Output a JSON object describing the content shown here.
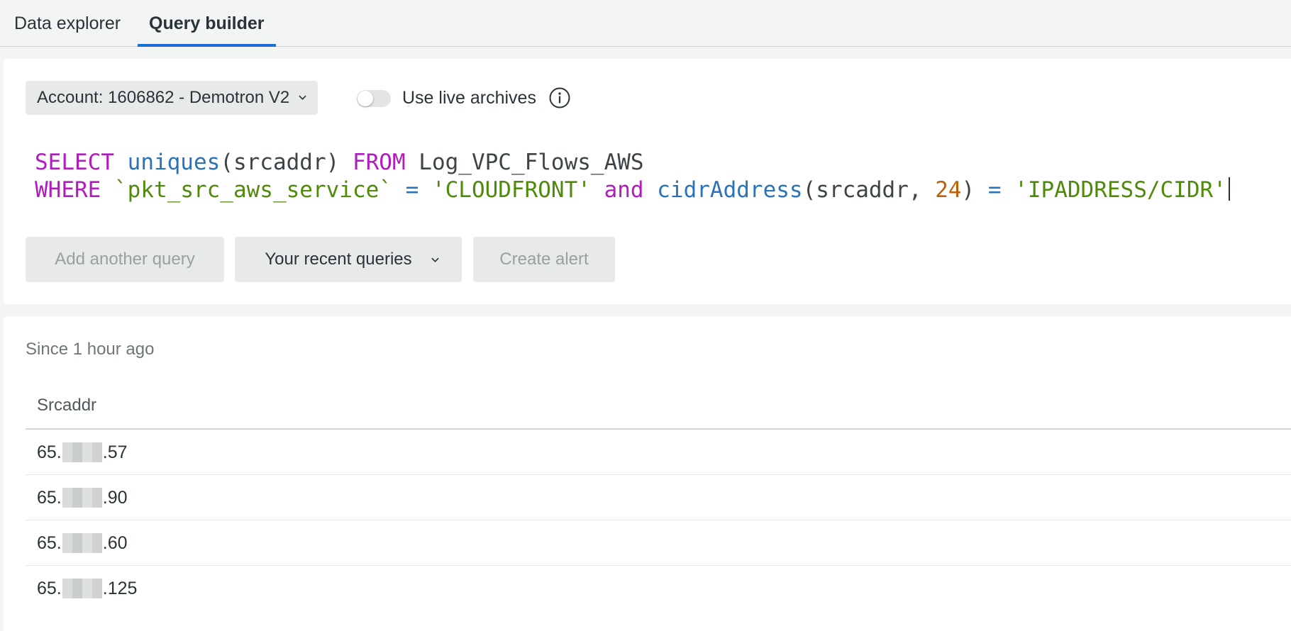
{
  "tabs": [
    {
      "label": "Data explorer",
      "active": false
    },
    {
      "label": "Query builder",
      "active": true
    }
  ],
  "query": {
    "account_label": "Account: 1606862 - Demotron V2",
    "live_archives_label": "Use live archives",
    "live_archives_enabled": false,
    "code": {
      "line1": {
        "select": "SELECT",
        "fn": "uniques",
        "args": "(srcaddr)",
        "from": "FROM",
        "table": "Log_VPC_Flows_AWS"
      },
      "line2": {
        "where": "WHERE",
        "field": "`pkt_src_aws_service`",
        "eq1": "=",
        "str1": "'CLOUDFRONT'",
        "and": "and",
        "fn": "cidrAddress",
        "args_open": "(srcaddr, ",
        "num": "24",
        "args_close": ")",
        "eq2": "=",
        "str2": "'IPADDRESS/CIDR'"
      }
    },
    "buttons": {
      "add_query": "Add another query",
      "recent_queries": "Your recent queries",
      "create_alert": "Create alert"
    }
  },
  "results": {
    "since": "Since 1 hour ago",
    "column": "Srcaddr",
    "rows": [
      {
        "prefix": "65.",
        "suffix": ".57"
      },
      {
        "prefix": "65.",
        "suffix": ".90"
      },
      {
        "prefix": "65.",
        "suffix": ".60"
      },
      {
        "prefix": "65.",
        "suffix": ".125"
      }
    ]
  },
  "colors": {
    "accent": "#1d6dd8",
    "keyword": "#b11bbf",
    "function": "#2b73b8",
    "string": "#508a0a",
    "number": "#c06008"
  }
}
